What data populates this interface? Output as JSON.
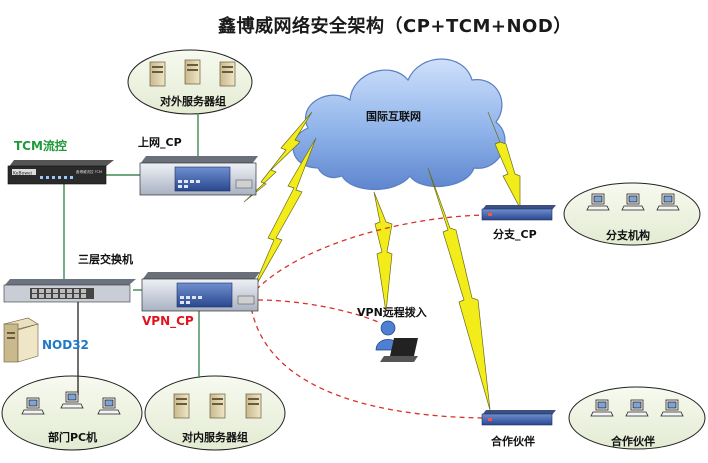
{
  "title": "鑫博威网络安全架构（CP+TCM+NOD）",
  "nodes": {
    "internet": "国际互联网",
    "external_servers": "对外服务器组",
    "internet_cp": "上网_CP",
    "tcm": "TCM流控",
    "core_switch": "三层交换机",
    "vpn_cp": "VPN_CP",
    "nod": "NOD32",
    "dept_pc": "部门PC机",
    "internal_servers": "对内服务器组",
    "vpn_remote": "VPN远程拨入",
    "branch_cp": "分支_CP",
    "branch_org": "分支机构",
    "partner_device": "合作伙伴",
    "partner_group": "合作伙伴"
  },
  "device_text": {
    "tcm_logo": "KeBowei",
    "tcm_model": "鑫博威流控 TCM"
  },
  "colors": {
    "cloud": "#8fb3ea",
    "ellipse_fill": "#eef3e2",
    "lightning": "#f2ec1a",
    "vpn_tunnel": "#d8322b",
    "link": "#3d8a52",
    "title": "#1a1a1a",
    "accent_green": "#1f9a3a",
    "accent_red": "#e0141e",
    "accent_blue": "#1f78c8"
  }
}
